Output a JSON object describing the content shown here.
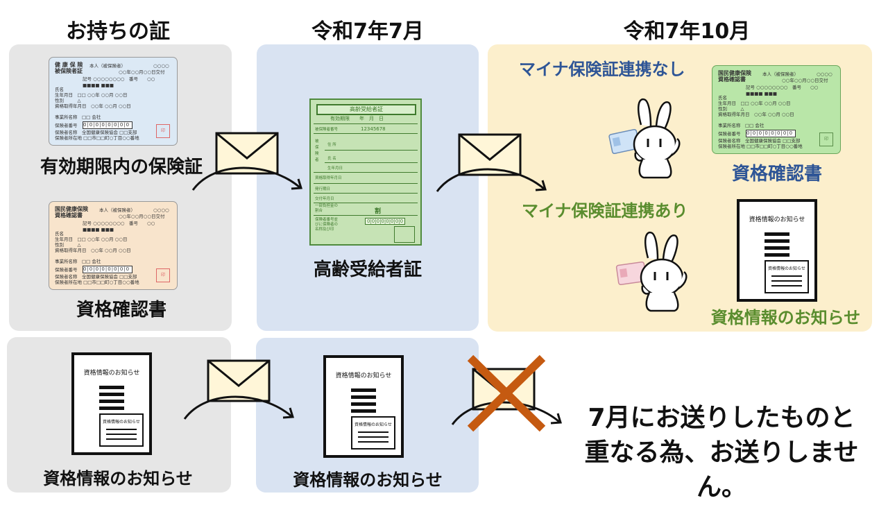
{
  "headers": {
    "col1": "お持ちの証",
    "col2": "令和7年7月",
    "col3": "令和7年10月"
  },
  "captions": {
    "valid_insurance_card": "有効期限内の保険証",
    "qualification_certificate": "資格確認書",
    "elderly_certificate": "高齢受給者証",
    "no_link": "マイナ保険証連携なし",
    "with_link": "マイナ保険証連携あり",
    "qualification_certificate_oct": "資格確認書",
    "qualification_info_oct": "資格情報のお知らせ",
    "qualification_info_held": "資格情報のお知らせ",
    "qualification_info_july": "資格情報のお知らせ",
    "not_sent_line1": "7月にお送りしたものと",
    "not_sent_line2": "重なる為、お送りしません。"
  },
  "insurance_card": {
    "title_line1": "健 康 保 険",
    "title_line2": "被保険者証",
    "person": "本人（被保険者）",
    "circles": "○○○○",
    "issued": "○○年○○月○○日交付",
    "symbol_row": "記号 ○○○○○○○○　番号　　○○",
    "name": "氏名",
    "name_mask": "■■■■ ■■■",
    "dob": "生年月日　□□ ○○年 ○○月 ○○日",
    "sex": "性別　　　△",
    "acquired": "資格取得年月日　○○年 ○○月 ○○日",
    "employer": "事業所名称　□□ 会社",
    "insurer_no_label": "保険者番号",
    "insurer_no": "0|0|0|0|0|0|0|0",
    "insurer_name": "保険者名称　全国健康保険協会 □□支部",
    "insurer_addr": "保険者所在地 □□市□□町○丁目○○番地",
    "stamp": "印"
  },
  "qual_card": {
    "title_line1": "国民健康保険",
    "title_line2": "資格確認書",
    "person": "本人（被保険者）",
    "circles": "○○○○",
    "issued": "○○年○○月○○日交付",
    "symbol_row": "記号 ○○○○○○○○　番号　　○○",
    "name": "氏名",
    "name_mask": "■■■■ ■■■",
    "dob": "生年月日　□□ ○○年 ○○月 ○○日",
    "sex": "性別　　　△",
    "acquired": "資格取得年月日　○○年 ○○月 ○○日",
    "employer": "事業所名称　□□ 会社",
    "insurer_no_label": "保険者番号",
    "insurer_no": "0|0|0|0|0|0|0|0",
    "insurer_name": "保険者名称　全国健康保険協会 □□支部",
    "insurer_addr": "保険者所在地 □□市□□町○丁目○○番地",
    "stamp": "印"
  },
  "elderly_cert": {
    "title": "高齢受給者証",
    "validity": "有効期限　　年　月　日",
    "number_label": "被保険者番号",
    "number": "12345678",
    "insured": "被保険者",
    "address": "住 所",
    "name": "氏 名",
    "dob": "生年月日",
    "acquired": "資格取得年月日",
    "issued": "発行期日",
    "start": "交付年月日",
    "burden": "一部負担金の割合",
    "burden_value": "割",
    "insurer": "保険者番号並びに保険者の名称及び印",
    "insurer_no": "0|0|0|0|0|0|0|0"
  },
  "notice_doc": {
    "title": "資格情報のお知らせ",
    "mini_title": "資格情報のお知らせ"
  },
  "colors": {
    "gray_panel": "#e6e6e6",
    "blue_panel": "#d9e3f2",
    "cream_panel": "#fcefcc",
    "no_link_text": "#2e5596",
    "with_link_text": "#5a8d2e",
    "cross": "#c55a11"
  }
}
